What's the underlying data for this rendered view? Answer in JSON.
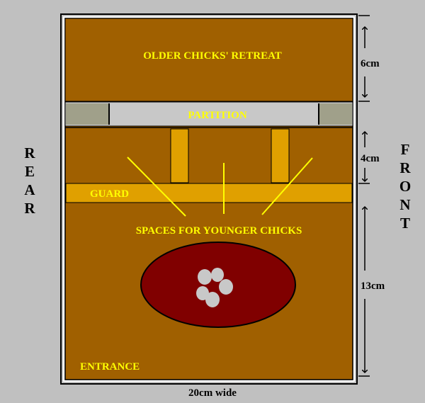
{
  "labels": {
    "retreat": "OLDER CHICKS' RETREAT",
    "partition": "PARTITION",
    "guard": "GUARD",
    "spaces": "SPACES FOR YOUNGER CHICKS",
    "entrance": "ENTRANCE"
  },
  "sides": {
    "rear": [
      "R",
      "E",
      "A",
      "R"
    ],
    "front": [
      "F",
      "R",
      "O",
      "N",
      "T"
    ]
  },
  "dimensions": {
    "top": "6cm",
    "middle": "4cm",
    "bottom": "13cm",
    "width": "20cm wide"
  },
  "colors": {
    "background": "#c0c0c0",
    "box": "#a06000",
    "guard": "#e0a000",
    "partition": "#c8c8c8",
    "partition_ends": "#a0a08a",
    "nest": "#800000",
    "eggs": "#c8c8c8",
    "label": "#ffff00"
  }
}
